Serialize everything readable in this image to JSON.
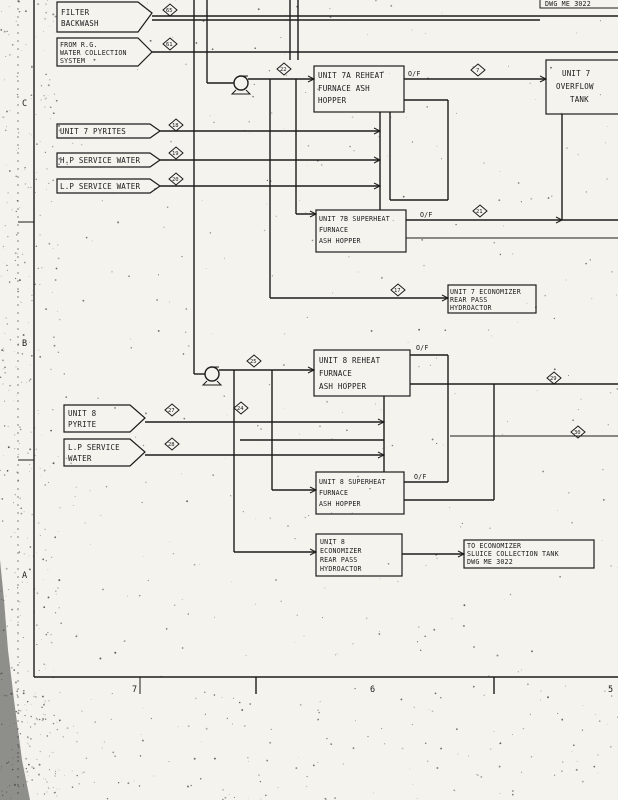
{
  "drawing_ref": "DWG ME 3022",
  "sources": [
    {
      "id": "src-filter-backwash",
      "lines": [
        "FILTER",
        "BACKWASH"
      ],
      "tag": "65"
    },
    {
      "id": "src-water-collection",
      "lines": [
        "FROM R.G.",
        "WATER COLLECTION",
        "SYSTEM"
      ],
      "tag": "61"
    },
    {
      "id": "src-unit7-pyrites",
      "lines": [
        "UNIT 7 PYRITES"
      ],
      "tag": "18"
    },
    {
      "id": "src-hp-service-water",
      "lines": [
        "H.P SERVICE WATER"
      ],
      "tag": "19"
    },
    {
      "id": "src-lp-service-water",
      "lines": [
        "L.P SERVICE WATER"
      ],
      "tag": "20"
    },
    {
      "id": "src-unit8-pyrite",
      "lines": [
        "UNIT 8",
        "PYRITE"
      ],
      "tag": "27"
    },
    {
      "id": "src-lp-service-water-2",
      "lines": [
        "L.P SERVICE",
        "WATER"
      ],
      "tag": "28"
    }
  ],
  "boxes": [
    {
      "id": "box-unit7a-reheat",
      "lines": [
        "UNIT 7A REHEAT",
        "FURNACE ASH",
        "HOPPER"
      ]
    },
    {
      "id": "box-unit7-overflow",
      "lines": [
        "UNIT 7",
        "OVERFLOW",
        "TANK"
      ]
    },
    {
      "id": "box-unit7b-superheat",
      "lines": [
        "UNIT 7B SUPERHEAT",
        "FURNACE",
        "ASH HOPPER"
      ]
    },
    {
      "id": "box-unit7-economizer",
      "lines": [
        "UNIT 7 ECONOMIZER",
        "REAR PASS",
        "HYDROACTOR"
      ]
    },
    {
      "id": "box-unit8-reheat",
      "lines": [
        "UNIT 8 REHEAT",
        "FURNACE",
        "ASH HOPPER"
      ]
    },
    {
      "id": "box-unit8-superheat",
      "lines": [
        "UNIT 8 SUPERHEAT",
        "FURNACE",
        "ASH HOPPER"
      ]
    },
    {
      "id": "box-unit8-economizer",
      "lines": [
        "UNIT 8",
        "ECONOMIZER",
        "REAR PASS",
        "HYDROACTOR"
      ]
    },
    {
      "id": "box-to-economizer",
      "lines": [
        "TO ECONOMIZER",
        "SLUICE COLLECTION TANK",
        "DWG ME 3022"
      ]
    }
  ],
  "flow_labels": {
    "of1": "O/F",
    "of2": "O/F",
    "of3": "O/F",
    "of4": "O/F"
  },
  "stream_tags": {
    "t22": "22",
    "t7": "7",
    "t21": "21",
    "t17": "17",
    "t25": "25",
    "t24": "24",
    "t29": "29",
    "t30": "30"
  },
  "margin_letters": {
    "c": "C",
    "b": "B",
    "a": "A"
  },
  "grid_numbers": {
    "g7": "7",
    "g6": "6",
    "g5": "5"
  }
}
